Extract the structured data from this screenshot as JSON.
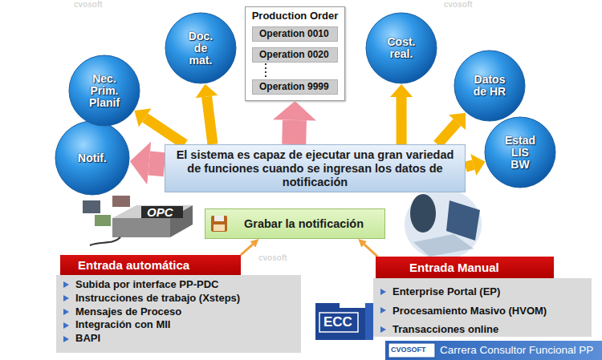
{
  "diagram": {
    "nodes": [
      {
        "text": [
          "Production Order"
        ]
      },
      {
        "text": [
          "Operation 0010"
        ],
        "in": 0
      },
      {
        "text": [
          "Operation 0020"
        ],
        "in": 0
      },
      {
        "text": [
          "Operation 9999"
        ],
        "in": 0
      },
      {
        "text": [
          "Notif."
        ]
      },
      {
        "text": [
          "Nec. Prim. Planif"
        ]
      },
      {
        "text": [
          "Doc. de mat."
        ]
      },
      {
        "text": [
          "Cost. real."
        ]
      },
      {
        "text": [
          "Datos de HR"
        ]
      },
      {
        "text": [
          "Estad LIS BW"
        ]
      },
      {
        "text": [
          "El sistema es capaz de ejecutar una gran variedad de funciones cuando se ingresan los datos de notificación"
        ]
      },
      {
        "text": [
          "Grabar la notificación"
        ]
      },
      {
        "text": [
          "Entrada automática",
          "Subida por interface PP-PDC",
          "Instrucciones de trabajo (Xsteps)",
          "Mensajes de Proceso",
          "Integración con MII",
          "BAPI"
        ]
      },
      {
        "text": [
          "Entrada Manual",
          "Enterprise Portal (EP)",
          "Procesamiento Masivo (HVOM)",
          "Transacciones online"
        ]
      }
    ],
    "edges": [
      {
        "from": 10,
        "to": 0,
        "arrow": "to"
      },
      {
        "from": 10,
        "to": 4,
        "arrow": "to"
      },
      {
        "from": 10,
        "to": 5,
        "arrow": "to"
      },
      {
        "from": 10,
        "to": 6,
        "arrow": "to"
      },
      {
        "from": 10,
        "to": 7,
        "arrow": "to"
      },
      {
        "from": 10,
        "to": 8,
        "arrow": "to"
      },
      {
        "from": 10,
        "to": 9,
        "arrow": "to"
      },
      {
        "from": 12,
        "to": 11,
        "arrow": "to"
      },
      {
        "from": 13,
        "to": 11,
        "arrow": "to"
      }
    ],
    "labels": [
      "OPC",
      "cvosoft",
      "cvosoft",
      "cvosoft",
      "ECC",
      "CVOSOFT",
      "Carrera Consultor Funcional PP"
    ]
  }
}
